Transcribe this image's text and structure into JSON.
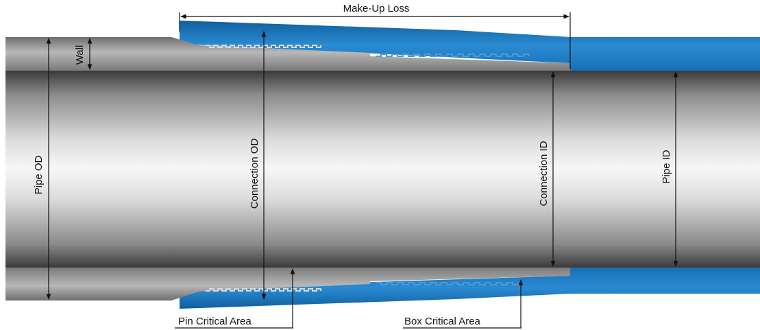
{
  "labels": {
    "make_up_loss": "Make-Up Loss",
    "wall": "Wall",
    "pipe_od": "Pipe OD",
    "connection_od": "Connection OD",
    "connection_id": "Connection ID",
    "pipe_id": "Pipe ID",
    "pin_critical_area": "Pin Critical Area",
    "box_critical_area": "Box Critical Area"
  },
  "colors": {
    "box_blue": "#1b78bf",
    "pin_grey": "#9a9a9a",
    "bore_light": "#f4f4f4",
    "bore_dark": "#3a3a3a",
    "line": "#111111"
  }
}
